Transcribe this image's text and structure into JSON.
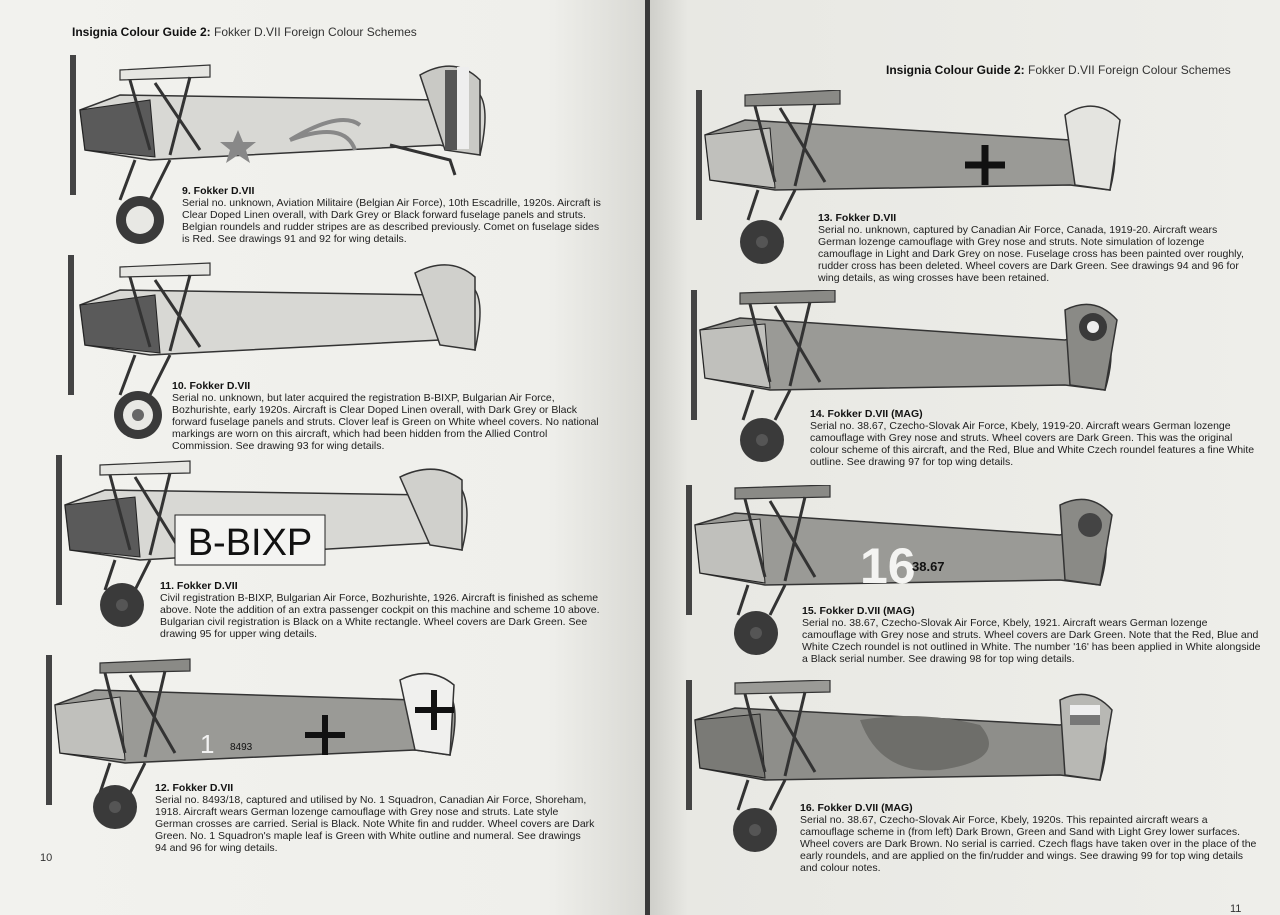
{
  "left_page": {
    "header_bold": "Insignia Colour Guide 2:",
    "header_rest": " Fokker D.VII Foreign Colour Schemes",
    "page_number": "10"
  },
  "right_page": {
    "header_bold": "Insignia Colour Guide 2:",
    "header_rest": " Fokker D.VII Foreign Colour Schemes",
    "page_number": "11"
  },
  "entries": [
    {
      "title": "9. Fokker D.VII",
      "desc": "Serial no. unknown, Aviation Militaire (Belgian Air Force), 10th Escadrille, 1920s. Aircraft is Clear Doped Linen overall, with Dark Grey or Black forward fuselage panels and struts. Belgian roundels and rudder stripes are as described previously. Comet on fuselage sides is Red. See drawings 91 and 92 for wing details."
    },
    {
      "title": "10. Fokker D.VII",
      "desc": "Serial no. unknown, but later acquired the registration B-BIXP, Bulgarian Air Force, Bozhurishte, early 1920s. Aircraft is Clear Doped Linen overall, with Dark Grey or Black forward fuselage panels and struts. Clover leaf is Green on White wheel covers. No national markings are worn on this aircraft, which had been hidden from the Allied Control Commission. See drawing 93 for wing details."
    },
    {
      "title": "11. Fokker D.VII",
      "desc": "Civil registration B-BIXP, Bulgarian Air Force, Bozhurishte, 1926. Aircraft is finished as scheme above. Note the addition of an extra passenger cockpit on this machine and scheme 10 above. Bulgarian civil registration is Black on a White rectangle. Wheel covers are Dark Green. See drawing 95 for upper wing details."
    },
    {
      "title": "12. Fokker D.VII",
      "desc": "Serial no. 8493/18, captured and utilised by No. 1 Squadron, Canadian Air Force, Shoreham, 1918. Aircraft wears German lozenge camouflage with Grey nose and struts. Late style German crosses are carried. Serial is Black. Note White fin and rudder. Wheel covers are Dark Green. No. 1 Squadron's maple leaf is Green with White outline and numeral. See drawings 94 and 96 for wing details."
    },
    {
      "title": "13. Fokker D.VII",
      "desc": "Serial no. unknown, captured by Canadian Air Force, Canada, 1919-20. Aircraft wears German lozenge camouflage with Grey nose and struts. Note simulation of lozenge camouflage in Light and Dark Grey on nose. Fuselage cross has been painted over roughly, rudder cross has been deleted. Wheel covers are Dark Green. See drawings 94 and 96 for wing details, as wing crosses have been retained."
    },
    {
      "title": "14. Fokker D.VII (MAG)",
      "desc": "Serial no. 38.67, Czecho-Slovak Air Force, Kbely, 1919-20. Aircraft wears German lozenge camouflage with Grey nose and struts. Wheel covers are Dark Green. This was the original colour scheme of this aircraft, and the Red, Blue and White Czech roundel features a fine White outline. See drawing 97 for top wing details."
    },
    {
      "title": "15. Fokker D.VII (MAG)",
      "desc": "Serial no. 38.67, Czecho-Slovak Air Force, Kbely, 1921. Aircraft wears German lozenge camouflage with Grey nose and struts. Wheel covers are Dark Green. Note that the Red, Blue and White Czech roundel is not outlined in White. The number '16' has been applied in White alongside a Black serial number. See drawing 98 for top wing details."
    },
    {
      "title": "16. Fokker D.VII (MAG)",
      "desc": "Serial no. 38.67, Czecho-Slovak Air Force, Kbely, 1920s. This repainted aircraft wears a camouflage scheme in (from left) Dark Brown, Green and Sand with Light Grey lower surfaces. Wheel covers are Dark Brown. No serial is carried. Czech flags have taken over in the place of the early roundels, and are applied on the fin/rudder and wings. See drawing 99 for top wing details and colour notes."
    }
  ],
  "aircraft_markings": {
    "registration": "B-BIXP",
    "serial_12": "8493",
    "serial_15": "38.67",
    "number_15": "16",
    "numeral_12": "1"
  },
  "colors": {
    "linen": "#d8d8d4",
    "dark_panel": "#5a5a5a",
    "camo_light": "#b8b8b4",
    "camo_dark": "#7a7a76",
    "tire": "#3a3a3a",
    "ink": "#1e1e1e"
  }
}
